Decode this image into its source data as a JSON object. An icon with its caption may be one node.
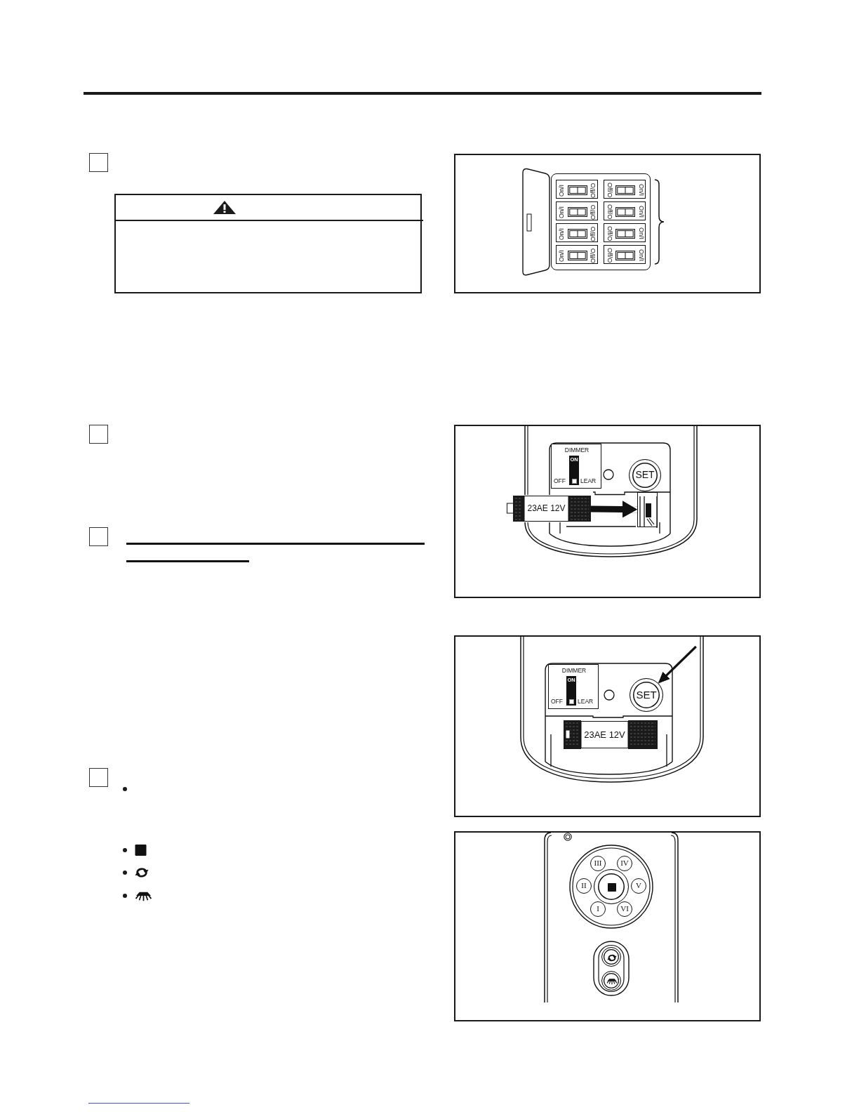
{
  "diagram": {
    "nodes": [
      {
        "text": [
          "On/I",
          "Off/O"
        ]
      },
      {
        "text": [
          "Off/O",
          "On/I"
        ]
      },
      {
        "text": [
          "On/I",
          "Off/O"
        ]
      },
      {
        "text": [
          "Off/O",
          "On/I"
        ]
      },
      {
        "text": [
          "On/I",
          "Off/O"
        ]
      },
      {
        "text": [
          "Off/O",
          "On/I"
        ]
      },
      {
        "text": [
          "On/I",
          "Off/O"
        ]
      },
      {
        "text": [
          "Off/O",
          "On/I"
        ]
      },
      {
        "text": [
          "DIMMER",
          "ON",
          "OFF",
          "LEAR"
        ]
      },
      {
        "text": [
          "SET"
        ]
      },
      {
        "text": [
          "23AE 12V"
        ]
      },
      {
        "text": [],
        "shape": "picture"
      },
      {
        "text": [
          "DIMMER",
          "ON",
          "OFF",
          "LEAR"
        ]
      },
      {
        "text": [
          "SET"
        ]
      },
      {
        "text": [
          "23AE 12V"
        ]
      },
      {
        "text": [
          "III"
        ]
      },
      {
        "text": [
          "IV"
        ]
      },
      {
        "text": [
          "II"
        ]
      },
      {
        "text": [],
        "shape": "circle"
      },
      {
        "text": [
          "V"
        ]
      },
      {
        "text": [
          "I"
        ]
      },
      {
        "text": [
          "VI"
        ]
      },
      {
        "text": [],
        "shape": "circle"
      },
      {
        "text": [],
        "shape": "circle"
      }
    ],
    "edges": [
      {
        "from": 10,
        "to": 11,
        "arrow": "to",
        "style": "thick"
      },
      {
        "from": null,
        "to": 13,
        "arrow": "to"
      }
    ]
  }
}
